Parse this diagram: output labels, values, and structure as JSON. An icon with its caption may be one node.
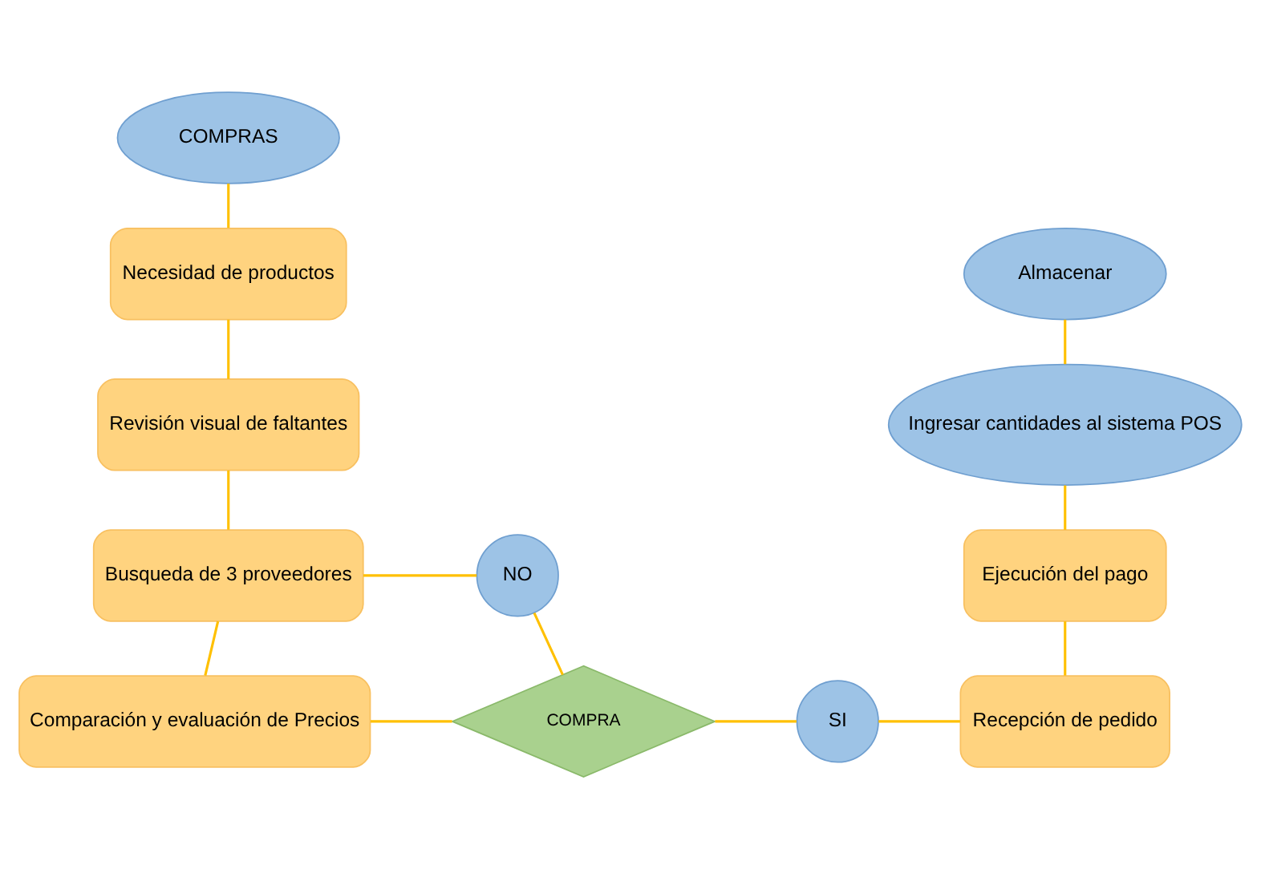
{
  "diagram": {
    "nodes": [
      {
        "text": [
          "COMPRAS"
        ]
      },
      {
        "text": [
          "Necesidad de productos"
        ]
      },
      {
        "text": [
          "Revisión visual de faltantes"
        ]
      },
      {
        "text": [
          "Busqueda de 3 proveedores"
        ]
      },
      {
        "text": [
          "Comparación y evaluación de Precios"
        ]
      },
      {
        "text": [
          "COMPRA"
        ]
      },
      {
        "text": [
          "NO"
        ]
      },
      {
        "text": [
          "SI"
        ]
      },
      {
        "text": [
          "Recepción de pedido"
        ]
      },
      {
        "text": [
          "Ejecución del pago"
        ]
      },
      {
        "text": [
          "Ingresar cantidades al sistema POS"
        ]
      },
      {
        "text": [
          "Almacenar"
        ]
      }
    ],
    "edges": [
      {
        "from": 0,
        "to": 1,
        "arrow": "none"
      },
      {
        "from": 1,
        "to": 2,
        "arrow": "none"
      },
      {
        "from": 2,
        "to": 3,
        "arrow": "none"
      },
      {
        "from": 3,
        "to": 4,
        "arrow": "none"
      },
      {
        "from": 4,
        "to": 5,
        "arrow": "none"
      },
      {
        "from": 6,
        "to": 5,
        "arrow": "none"
      },
      {
        "from": 3,
        "to": 6,
        "arrow": "none"
      },
      {
        "from": 5,
        "to": 7,
        "arrow": "none"
      },
      {
        "from": 7,
        "to": 8,
        "arrow": "none"
      },
      {
        "from": 9,
        "to": 8,
        "arrow": "none"
      },
      {
        "from": 10,
        "to": 9,
        "arrow": "none"
      },
      {
        "from": 11,
        "to": 10,
        "arrow": "none"
      }
    ]
  }
}
